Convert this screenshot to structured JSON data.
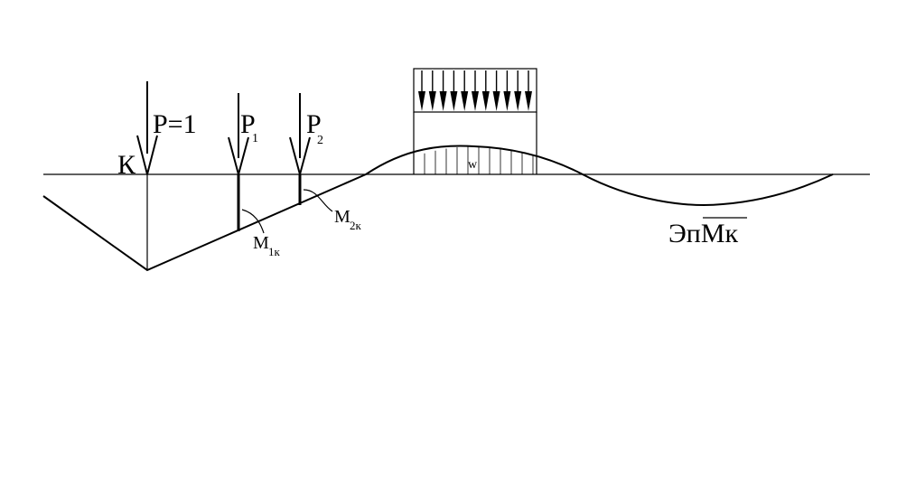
{
  "labels": {
    "section_point": "К",
    "unit_force": "P=1",
    "force1_base": "P",
    "force1_sub": "1",
    "force2_base": "P",
    "force2_sub": "2",
    "area": "w",
    "ordinate1_base": "M",
    "ordinate1_sub": "1к",
    "ordinate2_base": "M",
    "ordinate2_sub": "2к",
    "diagram_prefix": "Эп",
    "diagram_overlined": "Мк"
  }
}
